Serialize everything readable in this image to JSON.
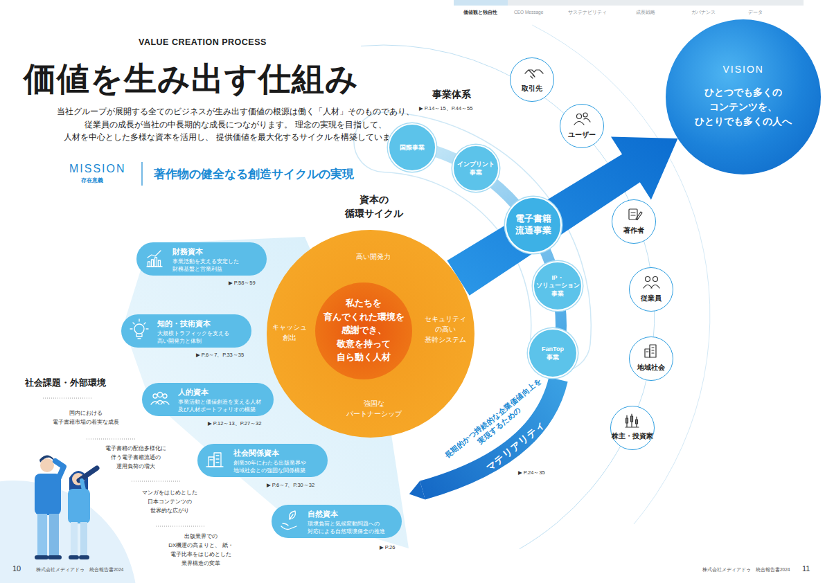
{
  "diagram": {
    "title": "価値を生み出す仕組み",
    "nodes": [
      {
        "text": [
          "資本の 循環サイクル"
        ]
      },
      {
        "text": [
          "高い開発力"
        ],
        "in": 0
      },
      {
        "text": [
          "セキュリティ の高い 基幹システム"
        ],
        "in": 0
      },
      {
        "text": [
          "強固な パートナーシップ"
        ],
        "in": 0
      },
      {
        "text": [
          "キャッシュ 創出"
        ],
        "in": 0
      },
      {
        "text": [
          "私たちを 育んでくれた環境を 感謝でき、 敬意を持って 自ら動く人材"
        ],
        "in": 0
      },
      {
        "text": [
          "財務資本",
          "事業活動を支える安定した 財務基盤と営業利益"
        ]
      },
      {
        "text": [
          "知的・技術資本",
          "大規模トラフィックを支える 高い開発力と体制"
        ]
      },
      {
        "text": [
          "人的資本",
          "事業活動と価値創造を支える人材 及び人材ポートフォリオの構築"
        ]
      },
      {
        "text": [
          "社会関係資本",
          "創業30年にわたる出版業界や 地域社会との強固な関係構築"
        ]
      },
      {
        "text": [
          "自然資本",
          "環境負荷と気候変動問題への 対応による自然環境保全の推進"
        ]
      },
      {
        "text": [
          "国際事業"
        ]
      },
      {
        "text": [
          "インプリント 事業"
        ]
      },
      {
        "text": [
          "電子書籍 流通事業"
        ]
      },
      {
        "text": [
          "IP・ ソリューション 事業"
        ]
      },
      {
        "text": [
          "FanTop 事業"
        ]
      },
      {
        "text": [
          "長期的かつ持続的な企業価値向上を 実現するための",
          "マテリアリティ"
        ]
      },
      {
        "text": [
          "取引先"
        ]
      },
      {
        "text": [
          "ユーザー"
        ]
      },
      {
        "text": [
          "著作者"
        ]
      },
      {
        "text": [
          "従業員"
        ]
      },
      {
        "text": [
          "地域社会"
        ]
      },
      {
        "text": [
          "株主・投資家"
        ]
      },
      {
        "text": [
          "VISION",
          "ひとつでも多くの コンテンツを、 ひとりでも多くの人へ"
        ]
      }
    ],
    "edges": [
      {
        "from": 0,
        "to": 23,
        "arrow": "to"
      }
    ],
    "labels": [
      "価値観と独自性",
      "CEO Message",
      "サステナビリティ",
      "成長戦略",
      "ガバナンス",
      "データ",
      "VALUE CREATION PROCESS",
      "当社グループが展開する全てのビジネスが生み出す価値の根源は働く「人材」そのものであり、 従業員の成長が当社の中長期的な成長につながります。 理念の実現を目指して、人材を中心とした多様な資本を活用し、 提供価値を最大化するサイクルを構築しています。",
      "MISSION",
      "存在意義",
      "著作物の健全なる創造サイクルの実現",
      "事業体系",
      "▶ P.14～15、P.44～55",
      "▶ P.58～59",
      "▶ P.6～7、P.33～35",
      "▶ P.12～13、P.27～32",
      "▶ P.6～7、P.30～32",
      "▶ P.26",
      "▶ P.24～35",
      "社会課題・外部環境",
      "国内における 電子書籍市場の着実な成長",
      "電子書籍の配信多様化に 伴う電子書籍流通の 運用負荷の増大",
      "マンガをはじめとした 日本コンテンツの 世界的な広がり",
      "出版業界での DX機運の高まりと、 紙・電子比率をはじめとした 業界構造の変革",
      "10",
      "株式会社メディアドゥ　統合報告書2024",
      "株式会社メディアドゥ　統合報告書2024",
      "11"
    ]
  }
}
